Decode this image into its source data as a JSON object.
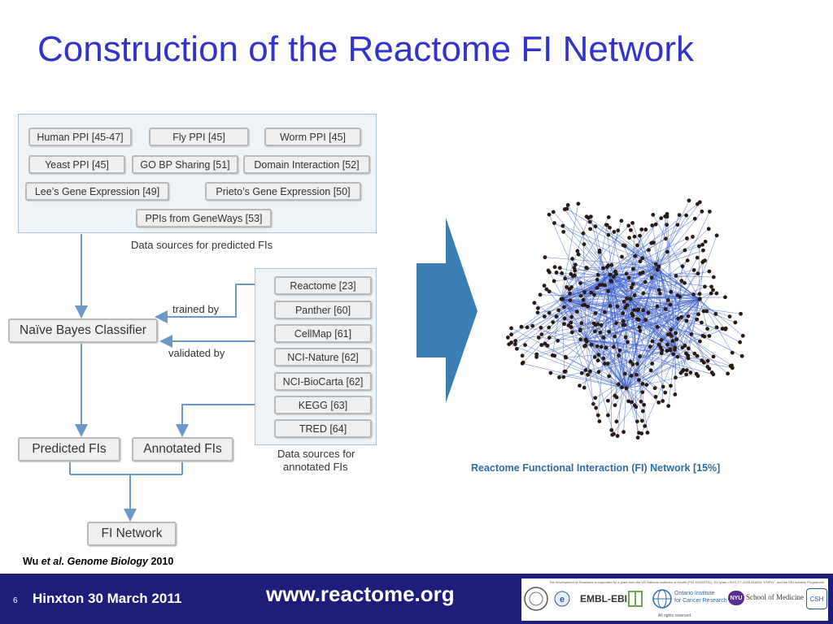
{
  "title": "Construction of the Reactome FI Network",
  "predicted_sources": {
    "items": [
      "Human PPI [45-47]",
      "Fly PPI [45]",
      "Worm PPI [45]",
      "Yeast PPI [45]",
      "GO BP Sharing [51]",
      "Domain Interaction [52]",
      "Lee’s Gene Expression [49]",
      "Prieto’s Gene Expression [50]",
      "PPIs from GeneWays [53]"
    ],
    "caption": "Data sources for predicted FIs"
  },
  "annotated_sources": {
    "items": [
      "Reactome [23]",
      "Panther [60]",
      "CellMap [61]",
      "NCI-Nature [62]",
      "NCI-BioCarta [62]",
      "KEGG [63]",
      "TRED [64]"
    ],
    "caption_line1": "Data sources for",
    "caption_line2": "annotated FIs"
  },
  "classifier": "Naïve Bayes Classifier",
  "trained_by": "trained by",
  "validated_by": "validated by",
  "predicted_fis": "Predicted FIs",
  "annotated_fis": "Annotated FIs",
  "fi_network": "FI Network",
  "network_caption": "Reactome Functional Interaction (FI) Network  [15%]",
  "citation": {
    "author": "Wu",
    "etal": "et al. Genome Biology",
    "year": "2010"
  },
  "footer": {
    "page_number": "6",
    "date": "Hinxton 30 March 2011",
    "url": "www.reactome.org",
    "fine_print": "The development of Reactome is supported by a grant from the US National Institutes of Health (P41 HG003751), EU grant LSHG-CT-2005-518254 \"ENFIN\", and the EBI Industry Programme.",
    "rights": "All rights reserved.",
    "logos": [
      "e",
      "EMBL-EBI",
      "Ontario Institute",
      "for Cancer Research",
      "NYU",
      "School of Medicine",
      "CSH"
    ]
  },
  "colors": {
    "title": "#3333cc",
    "arrow": "#3a7fb3",
    "network_edges": "#3a5fc8",
    "footer": "#1e1e7a",
    "caption": "#2e6ea6"
  }
}
